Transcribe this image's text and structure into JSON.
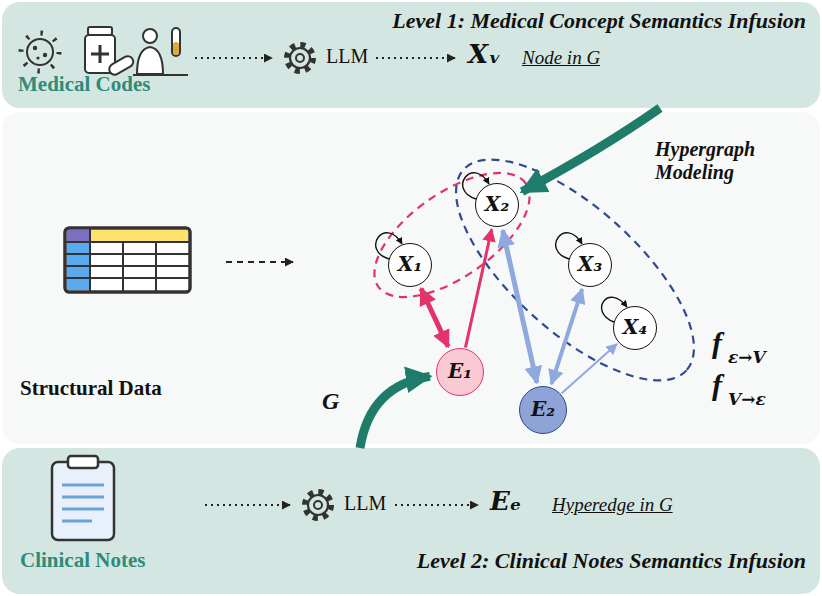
{
  "diagram": {
    "nodes": [
      {
        "text": [
          "Level 1: Medical Concept Semantics Infusion",
          "Medical Codes"
        ]
      },
      {
        "text": [
          "Structural Data",
          "Hypergraph Modeling"
        ]
      },
      {
        "text": [
          "X₁"
        ],
        "in": 1
      },
      {
        "text": [
          "X₂"
        ],
        "in": 1
      },
      {
        "text": [
          "X₃"
        ],
        "in": 1
      },
      {
        "text": [
          "X₄"
        ],
        "in": 1
      },
      {
        "text": [
          "E₁"
        ],
        "in": 1
      },
      {
        "text": [
          "E₂"
        ],
        "in": 1
      },
      {
        "text": [
          "Clinical Notes",
          "Level 2: Clinical Notes Semantics Infusion"
        ]
      }
    ],
    "edges": [
      {
        "from": 0,
        "to": 3,
        "arrow": "to"
      },
      {
        "from": 8,
        "to": 6,
        "arrow": "to"
      },
      {
        "from": 6,
        "to": 2,
        "arrow": "both"
      },
      {
        "from": 6,
        "to": 3,
        "arrow": "to"
      },
      {
        "from": 7,
        "to": 3,
        "arrow": "both"
      },
      {
        "from": 7,
        "to": 4,
        "arrow": "both"
      },
      {
        "from": 7,
        "to": 5,
        "arrow": "to"
      }
    ],
    "labels": [
      "LLM",
      "Xᵥ",
      "Node in G",
      "G",
      "f",
      "ε→V",
      "f",
      "V→ε",
      "LLM",
      "Eₑ",
      "Hyperedge in G"
    ]
  }
}
